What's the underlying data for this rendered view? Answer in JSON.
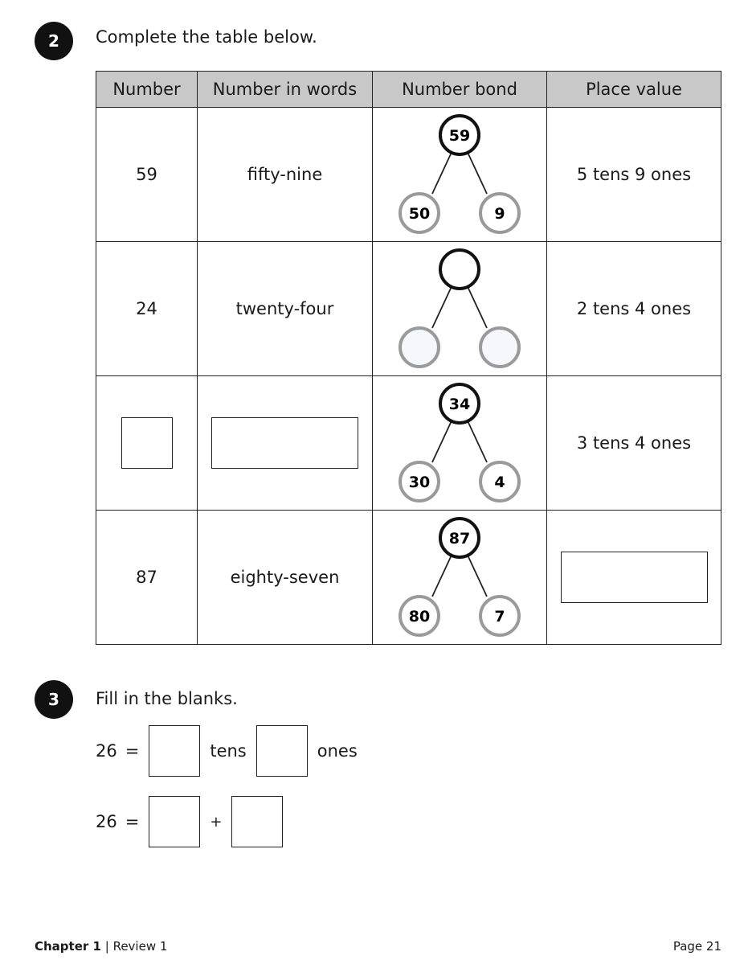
{
  "q2": {
    "number": "2",
    "instruction": "Complete the table below.",
    "headers": [
      "Number",
      "Number in words",
      "Number bond",
      "Place value"
    ],
    "rows": [
      {
        "number": "59",
        "words": "fifty-nine",
        "bond": {
          "whole": "59",
          "left": "50",
          "right": "9"
        },
        "place": "5 tens 9 ones"
      },
      {
        "number": "24",
        "words": "twenty-four",
        "bond": {
          "whole": "",
          "left": "",
          "right": ""
        },
        "place": "2 tens 4 ones"
      },
      {
        "number": "",
        "words": "",
        "bond": {
          "whole": "34",
          "left": "30",
          "right": "4"
        },
        "place": "3 tens 4 ones"
      },
      {
        "number": "87",
        "words": "eighty-seven",
        "bond": {
          "whole": "87",
          "left": "80",
          "right": "7"
        },
        "place": ""
      }
    ]
  },
  "q3": {
    "number": "3",
    "instruction": "Fill in the blanks.",
    "line1": {
      "lhs": "26",
      "eq": "=",
      "tens": "tens",
      "ones": "ones"
    },
    "line2": {
      "lhs": "26",
      "eq": "=",
      "plus": "+"
    }
  },
  "footer": {
    "chapter": "Chapter 1",
    "separator": "|",
    "section": "Review 1",
    "page": "Page 21"
  }
}
